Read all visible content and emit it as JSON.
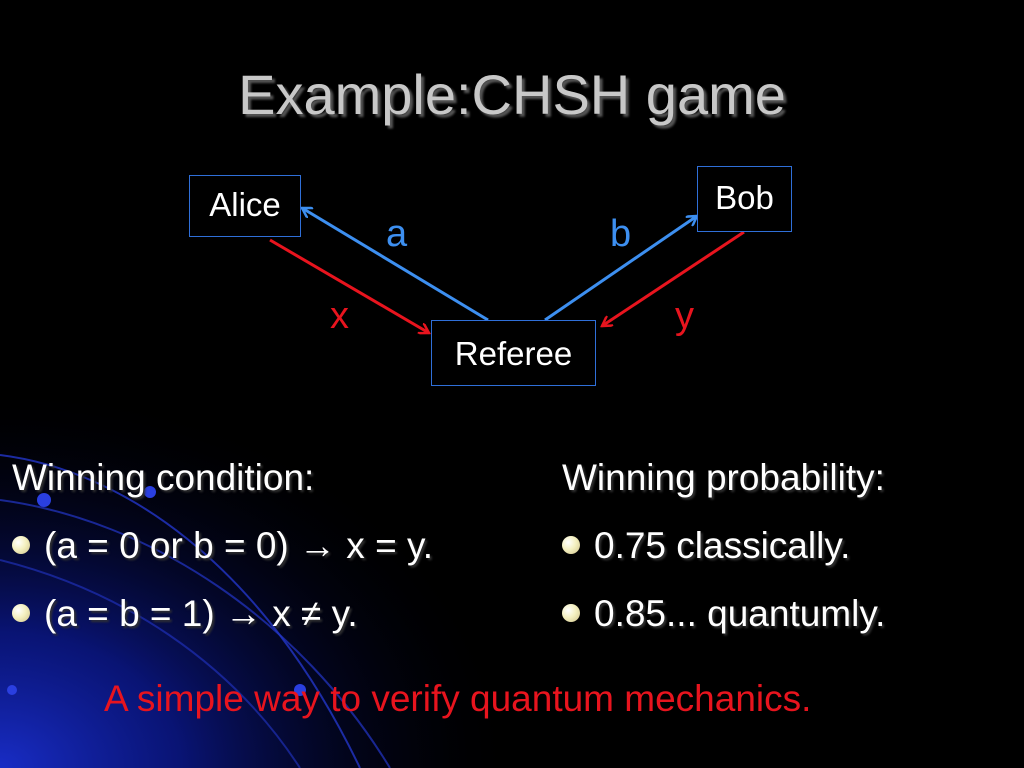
{
  "slide": {
    "title": "Example:CHSH game"
  },
  "diagram": {
    "nodes": {
      "alice": "Alice",
      "bob": "Bob",
      "referee": "Referee"
    },
    "edge_labels": {
      "a": "a",
      "b": "b",
      "x": "x",
      "y": "y"
    },
    "colors": {
      "blue_arrow": "#3d8ff0",
      "red_arrow": "#e8141e",
      "box_border": "#2f6fd8"
    }
  },
  "left_column": {
    "heading": "Winning condition:",
    "bullets": [
      "(a = 0 or b = 0) → x = y.",
      "(a = b = 1) → x ≠ y."
    ]
  },
  "right_column": {
    "heading": "Winning probability:",
    "bullets": [
      "0.75 classically.",
      "0.85... quantumly."
    ]
  },
  "tagline": "A simple way to verify quantum mechanics."
}
